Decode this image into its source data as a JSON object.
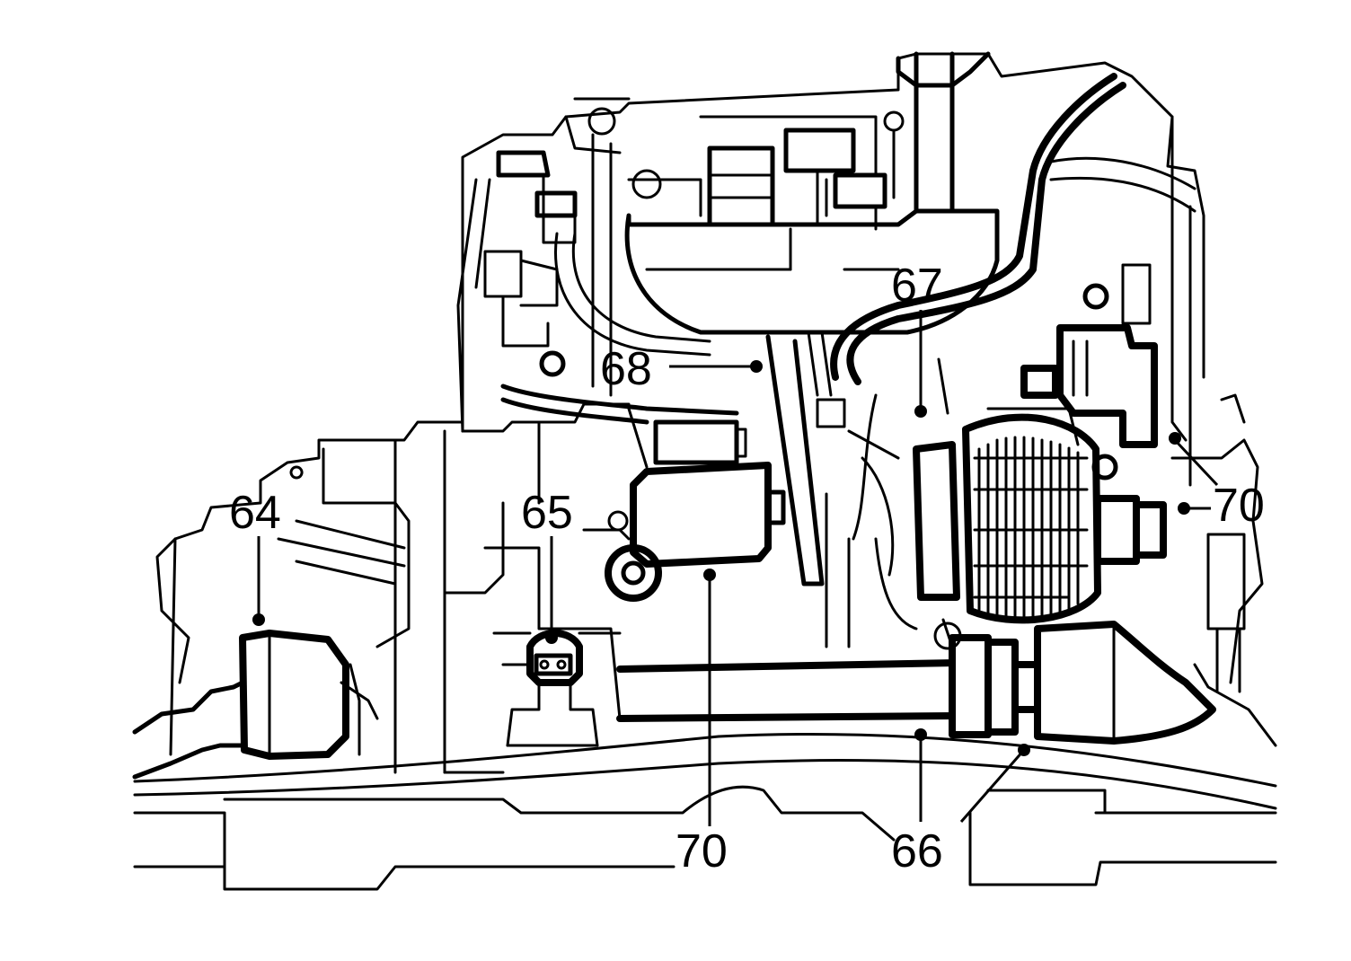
{
  "callouts": [
    {
      "id": "c64a",
      "label": "64"
    },
    {
      "id": "c65a",
      "label": "65"
    },
    {
      "id": "c66a",
      "label": "66"
    },
    {
      "id": "c67a",
      "label": "67"
    },
    {
      "id": "c68a",
      "label": "68"
    },
    {
      "id": "c70a",
      "label": "70"
    },
    {
      "id": "c70b",
      "label": "70"
    }
  ]
}
